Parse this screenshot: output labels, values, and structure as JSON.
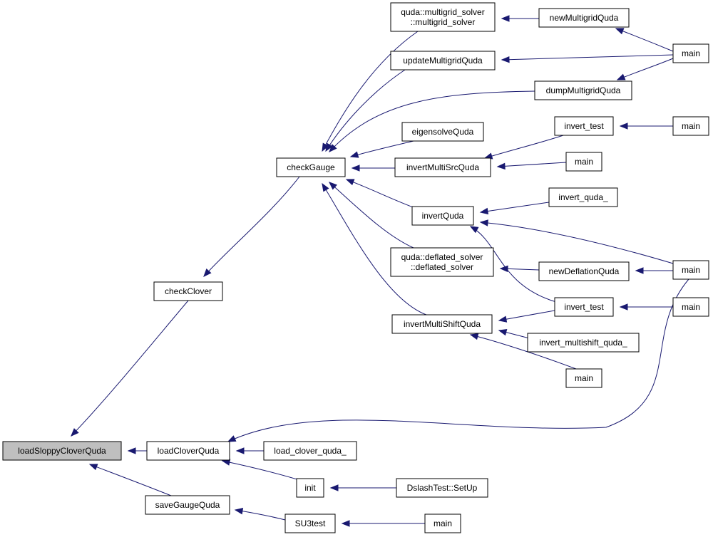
{
  "nodes": [
    {
      "id": "loadSloppyCloverQuda",
      "lines": [
        "loadSloppyCloverQuda"
      ],
      "root": true
    },
    {
      "id": "checkClover",
      "lines": [
        "checkClover"
      ]
    },
    {
      "id": "loadCloverQuda",
      "lines": [
        "loadCloverQuda"
      ]
    },
    {
      "id": "saveGaugeQuda",
      "lines": [
        "saveGaugeQuda"
      ]
    },
    {
      "id": "checkGauge",
      "lines": [
        "checkGauge"
      ]
    },
    {
      "id": "load_clover_quda_",
      "lines": [
        "load_clover_quda_"
      ]
    },
    {
      "id": "init",
      "lines": [
        "init"
      ]
    },
    {
      "id": "SU3test",
      "lines": [
        "SU3test"
      ]
    },
    {
      "id": "mg_solver",
      "lines": [
        "quda::multigrid_solver",
        "::multigrid_solver"
      ]
    },
    {
      "id": "updateMultigridQuda",
      "lines": [
        "updateMultigridQuda"
      ]
    },
    {
      "id": "dumpMultigridQuda",
      "lines": [
        "dumpMultigridQuda"
      ]
    },
    {
      "id": "eigensolveQuda",
      "lines": [
        "eigensolveQuda"
      ]
    },
    {
      "id": "invertMultiSrcQuda",
      "lines": [
        "invertMultiSrcQuda"
      ]
    },
    {
      "id": "invertQuda",
      "lines": [
        "invertQuda"
      ]
    },
    {
      "id": "defl_solver",
      "lines": [
        "quda::deflated_solver",
        "::deflated_solver"
      ]
    },
    {
      "id": "invertMultiShiftQuda",
      "lines": [
        "invertMultiShiftQuda"
      ]
    },
    {
      "id": "DslashTest_SetUp",
      "lines": [
        "DslashTest::SetUp"
      ]
    },
    {
      "id": "main_su3",
      "lines": [
        "main"
      ]
    },
    {
      "id": "newMultigridQuda",
      "lines": [
        "newMultigridQuda"
      ]
    },
    {
      "id": "invert_test_top",
      "lines": [
        "invert_test"
      ]
    },
    {
      "id": "main_ms",
      "lines": [
        "main"
      ]
    },
    {
      "id": "invert_quda_",
      "lines": [
        "invert_quda_"
      ]
    },
    {
      "id": "newDeflationQuda",
      "lines": [
        "newDeflationQuda"
      ]
    },
    {
      "id": "invert_test_bot",
      "lines": [
        "invert_test"
      ]
    },
    {
      "id": "invert_multishift_quda_",
      "lines": [
        "invert_multishift_quda_"
      ]
    },
    {
      "id": "main_shift",
      "lines": [
        "main"
      ]
    },
    {
      "id": "main_top",
      "lines": [
        "main"
      ]
    },
    {
      "id": "main_it1",
      "lines": [
        "main"
      ]
    },
    {
      "id": "main_mid",
      "lines": [
        "main"
      ]
    },
    {
      "id": "main_it2",
      "lines": [
        "main"
      ]
    }
  ],
  "edges": [
    {
      "from": "checkClover",
      "to": "loadSloppyCloverQuda"
    },
    {
      "from": "loadCloverQuda",
      "to": "loadSloppyCloverQuda"
    },
    {
      "from": "saveGaugeQuda",
      "to": "loadSloppyCloverQuda"
    },
    {
      "from": "checkGauge",
      "to": "checkClover"
    },
    {
      "from": "mg_solver",
      "to": "checkGauge"
    },
    {
      "from": "updateMultigridQuda",
      "to": "checkGauge"
    },
    {
      "from": "dumpMultigridQuda",
      "to": "checkGauge"
    },
    {
      "from": "eigensolveQuda",
      "to": "checkGauge"
    },
    {
      "from": "invertMultiSrcQuda",
      "to": "checkGauge"
    },
    {
      "from": "invertQuda",
      "to": "checkGauge"
    },
    {
      "from": "defl_solver",
      "to": "checkGauge"
    },
    {
      "from": "invertMultiShiftQuda",
      "to": "checkGauge"
    },
    {
      "from": "newMultigridQuda",
      "to": "mg_solver"
    },
    {
      "from": "main_top",
      "to": "newMultigridQuda"
    },
    {
      "from": "main_top",
      "to": "updateMultigridQuda"
    },
    {
      "from": "main_top",
      "to": "dumpMultigridQuda"
    },
    {
      "from": "invert_test_top",
      "to": "invertMultiSrcQuda"
    },
    {
      "from": "main_it1",
      "to": "invert_test_top"
    },
    {
      "from": "main_ms",
      "to": "invertMultiSrcQuda"
    },
    {
      "from": "invert_quda_",
      "to": "invertQuda"
    },
    {
      "from": "main_mid",
      "to": "invertQuda"
    },
    {
      "from": "invert_test_bot",
      "to": "invertQuda"
    },
    {
      "from": "newDeflationQuda",
      "to": "defl_solver"
    },
    {
      "from": "main_mid",
      "to": "newDeflationQuda"
    },
    {
      "from": "invert_test_bot",
      "to": "invertMultiShiftQuda"
    },
    {
      "from": "main_it2",
      "to": "invert_test_bot"
    },
    {
      "from": "invert_multishift_quda_",
      "to": "invertMultiShiftQuda"
    },
    {
      "from": "main_shift",
      "to": "invertMultiShiftQuda"
    },
    {
      "from": "main_mid",
      "to": "loadCloverQuda"
    },
    {
      "from": "load_clover_quda_",
      "to": "loadCloverQuda"
    },
    {
      "from": "init",
      "to": "loadCloverQuda"
    },
    {
      "from": "DslashTest_SetUp",
      "to": "init"
    },
    {
      "from": "SU3test",
      "to": "saveGaugeQuda"
    },
    {
      "from": "main_su3",
      "to": "SU3test"
    }
  ]
}
